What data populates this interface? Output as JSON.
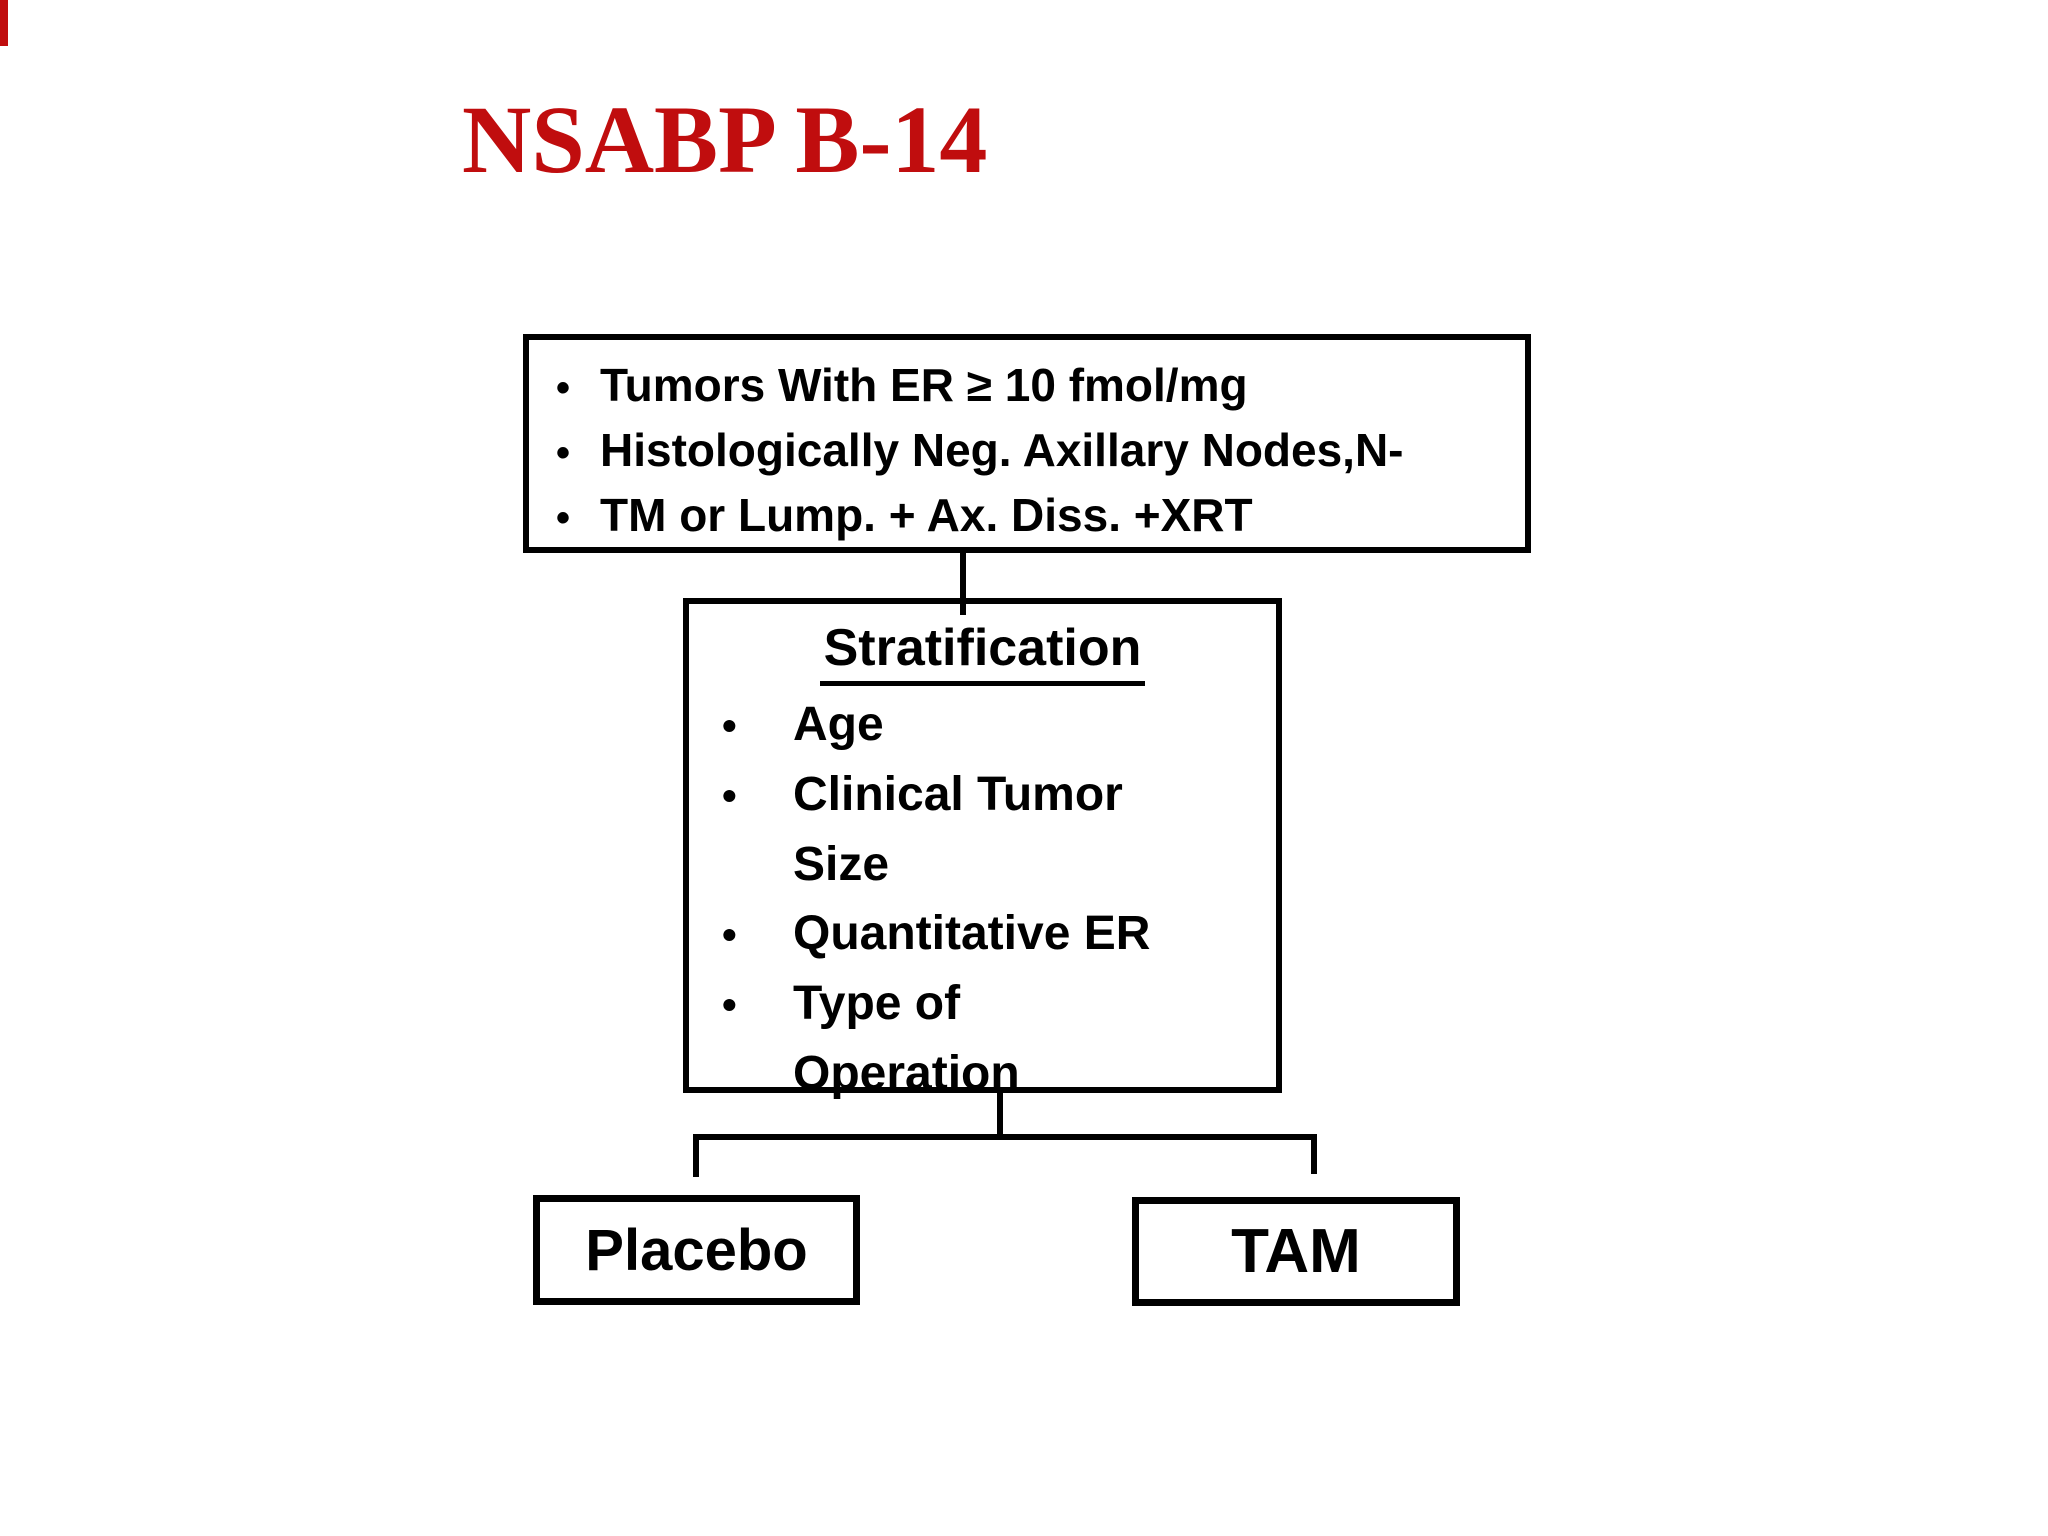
{
  "title": {
    "text": "NSABP B-14"
  },
  "bullet_char": "•",
  "colors": {
    "title_red": "#c00d0e",
    "line_black": "#000000",
    "background": "#ffffff"
  },
  "eligibility_box": {
    "items": [
      "Tumors With ER ≥ 10 fmol/mg",
      "Histologically Neg. Axillary Nodes,N-",
      "TM or Lump. + Ax. Diss. +XRT"
    ]
  },
  "stratification_box": {
    "heading": "Stratification",
    "lines": [
      {
        "text": "Age",
        "bullet": true
      },
      {
        "text": "Clinical Tumor",
        "bullet": true
      },
      {
        "text": "Size",
        "bullet": false
      },
      {
        "text": "Quantitative ER",
        "bullet": true
      },
      {
        "text": "Type of",
        "bullet": true
      },
      {
        "text": "Operation",
        "bullet": false
      }
    ]
  },
  "arms": {
    "left": "Placebo",
    "right": "TAM"
  }
}
